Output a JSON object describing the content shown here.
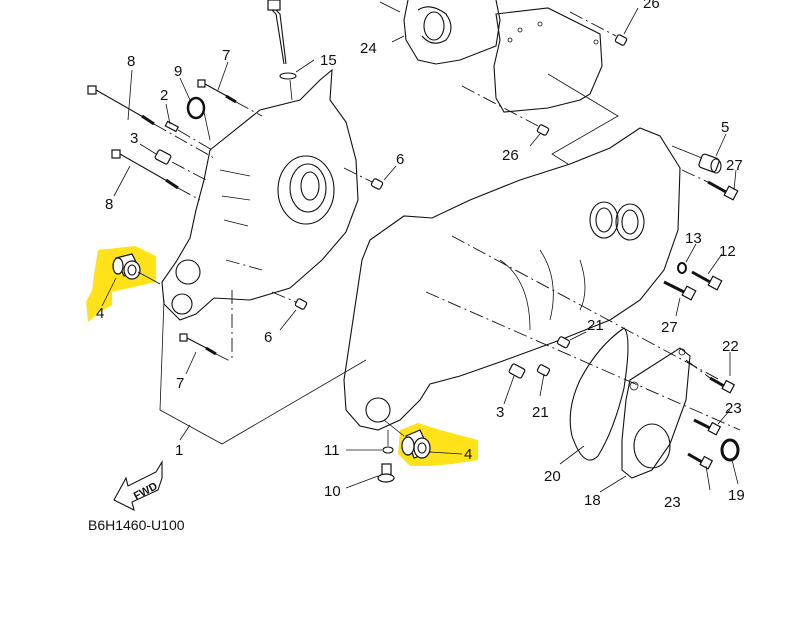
{
  "diagram": {
    "part_code": "B6H1460-U100",
    "fwd_label": "FWD",
    "highlight_color": "#ffe21a",
    "callouts": {
      "c1": "1",
      "c2": "2",
      "c3_left": "3",
      "c3_right": "3",
      "c4_left": "4",
      "c4_right": "4",
      "c5": "5",
      "c6_upper": "6",
      "c6_lower": "6",
      "c7_upper": "7",
      "c7_lower": "7",
      "c8_upper": "8",
      "c8_lower": "8",
      "c9": "9",
      "c10": "10",
      "c11": "11",
      "c12": "12",
      "c13": "13",
      "c15": "15",
      "c18": "18",
      "c19": "19",
      "c20": "20",
      "c21_upper": "21",
      "c21_lower": "21",
      "c22": "22",
      "c23_upper": "23",
      "c23_lower": "23",
      "c24": "24",
      "c26_top": "26",
      "c26_mid": "26",
      "c27_upper": "27",
      "c27_lower": "27"
    }
  }
}
